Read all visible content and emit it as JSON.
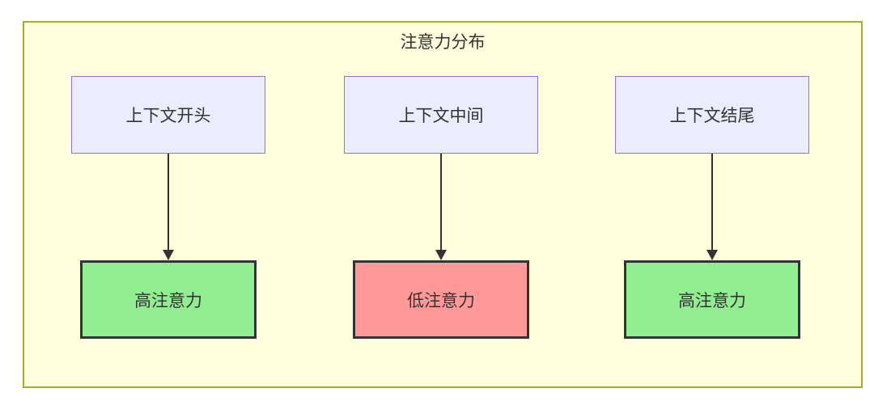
{
  "diagram": {
    "title": "注意力分布",
    "columns": [
      {
        "source": "上下文开头",
        "target": "高注意力",
        "target_state": "high"
      },
      {
        "source": "上下文中间",
        "target": "低注意力",
        "target_state": "low"
      },
      {
        "source": "上下文结尾",
        "target": "高注意力",
        "target_state": "high"
      }
    ],
    "edges": [
      {
        "from": "上下文开头",
        "to": "高注意力"
      },
      {
        "from": "上下文中间",
        "to": "低注意力"
      },
      {
        "from": "上下文结尾",
        "to": "高注意力"
      }
    ],
    "colors": {
      "container_fill": "#ffffde",
      "container_border": "#aaaa33",
      "source_node_fill": "#ececff",
      "source_node_border": "#9370db",
      "high_attention_fill": "#90ee90",
      "low_attention_fill": "#ff9999",
      "result_node_border": "#333333",
      "arrow": "#333333",
      "text": "#333333"
    }
  }
}
